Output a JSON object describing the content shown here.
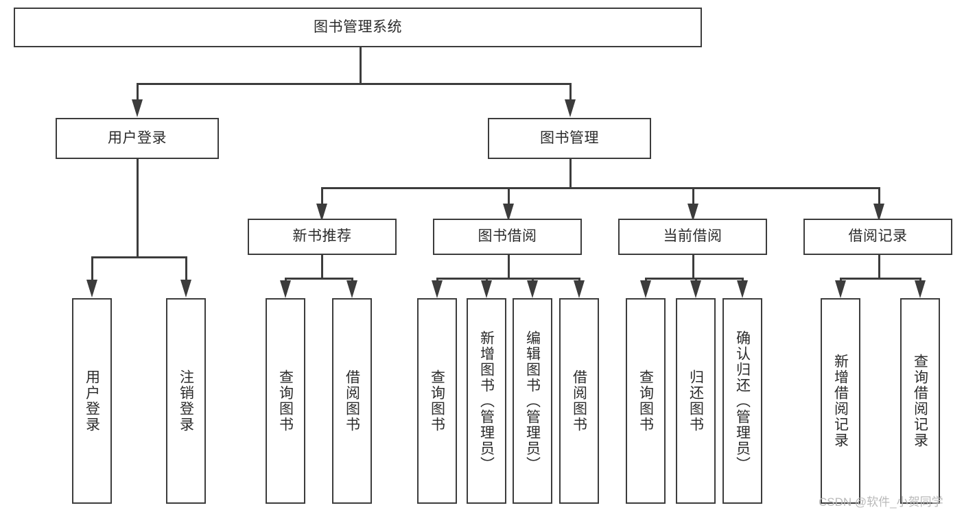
{
  "diagram": {
    "title_node": {
      "label": "图书管理系统"
    },
    "level1": [
      {
        "label": "用户登录"
      },
      {
        "label": "图书管理"
      }
    ],
    "level2": [
      {
        "label": "新书推荐"
      },
      {
        "label": "图书借阅"
      },
      {
        "label": "当前借阅"
      },
      {
        "label": "借阅记录"
      }
    ],
    "leaves": {
      "user_login": [
        {
          "label": "用户登录"
        },
        {
          "label": "注销登录"
        }
      ],
      "new_book_recommend": [
        {
          "label": "查询图书"
        },
        {
          "label": "借阅图书"
        }
      ],
      "book_borrow": [
        {
          "label": "查询图书"
        },
        {
          "label": "新增图书（管理员）"
        },
        {
          "label": "编辑图书（管理员）"
        },
        {
          "label": "借阅图书"
        }
      ],
      "current_borrow": [
        {
          "label": "查询图书"
        },
        {
          "label": "归还图书"
        },
        {
          "label": "确认归还（管理员）"
        }
      ],
      "borrow_record": [
        {
          "label": "新增借阅记录"
        },
        {
          "label": "查询借阅记录"
        }
      ]
    }
  },
  "watermark": {
    "text": "CSDN @软件_小贺同学"
  },
  "colors": {
    "stroke": "#3c3c3c",
    "text": "#2b2b2b",
    "background": "#ffffff",
    "watermark": "#b9b9b9"
  }
}
